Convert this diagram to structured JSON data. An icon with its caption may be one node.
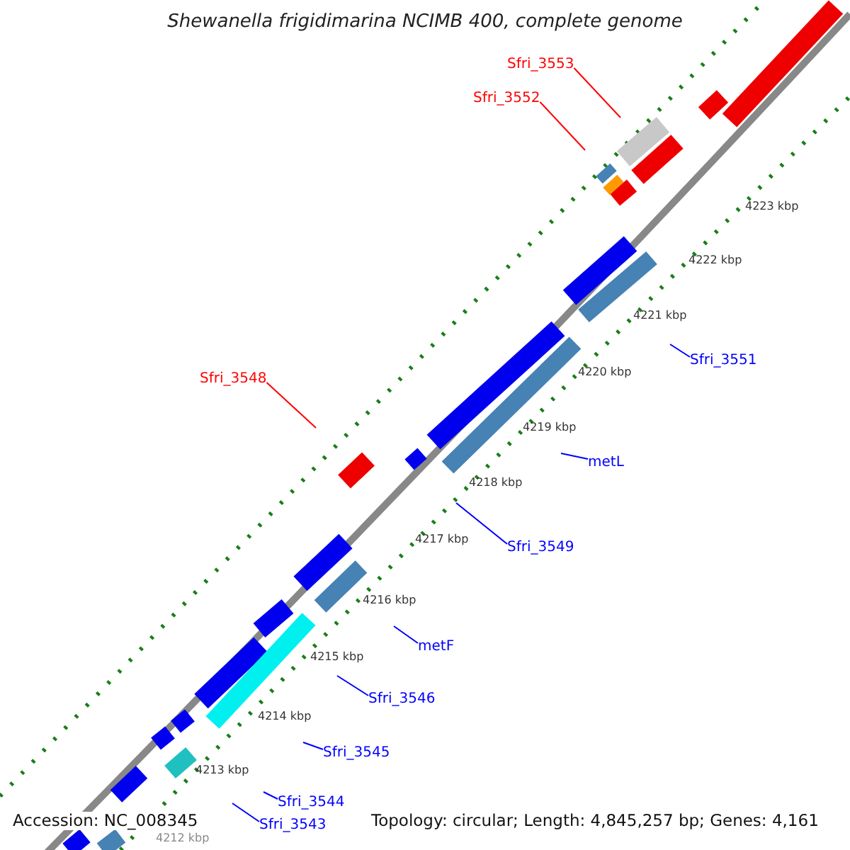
{
  "diagram": {
    "title": "Shewanella frigidimarina NCIMB 400, complete genome",
    "nodes": [
      {
        "text": [
          "Sfri_3553"
        ]
      },
      {
        "text": [
          "Sfri_3552"
        ]
      },
      {
        "text": [
          "Sfri_3548"
        ]
      },
      {
        "text": [
          "Sfri_3551"
        ]
      },
      {
        "text": [
          "metL"
        ]
      },
      {
        "text": [
          "Sfri_3549"
        ]
      },
      {
        "text": [
          "metF"
        ]
      },
      {
        "text": [
          "Sfri_3546"
        ]
      },
      {
        "text": [
          "Sfri_3545"
        ]
      },
      {
        "text": [
          "Sfri_3544"
        ]
      },
      {
        "text": [
          "Sfri_3543"
        ]
      }
    ],
    "edges": [
      {
        "from": 0,
        "to": null,
        "arrow": "none",
        "color": "#ff0000"
      },
      {
        "from": 1,
        "to": null,
        "arrow": "none",
        "color": "#ff0000"
      },
      {
        "from": 2,
        "to": null,
        "arrow": "none",
        "color": "#ff0000"
      },
      {
        "from": 3,
        "to": null,
        "arrow": "none"
      },
      {
        "from": 4,
        "to": null,
        "arrow": "none"
      },
      {
        "from": 5,
        "to": null,
        "arrow": "none"
      },
      {
        "from": 6,
        "to": null,
        "arrow": "none"
      },
      {
        "from": 7,
        "to": null,
        "arrow": "none"
      },
      {
        "from": 8,
        "to": null,
        "arrow": "none"
      },
      {
        "from": 9,
        "to": null,
        "arrow": "none"
      },
      {
        "from": 10,
        "to": null,
        "arrow": "none"
      }
    ],
    "labels": [
      "4223 kbp",
      "4222 kbp",
      "4221 kbp",
      "4220 kbp",
      "4219 kbp",
      "4218 kbp",
      "4217 kbp",
      "4216 kbp",
      "4215 kbp",
      "4214 kbp",
      "4213 kbp",
      "4212 kbp",
      "Accession: NC_008345",
      "Topology: circular; Length: 4,845,257 bp; Genes: 4,161"
    ]
  }
}
